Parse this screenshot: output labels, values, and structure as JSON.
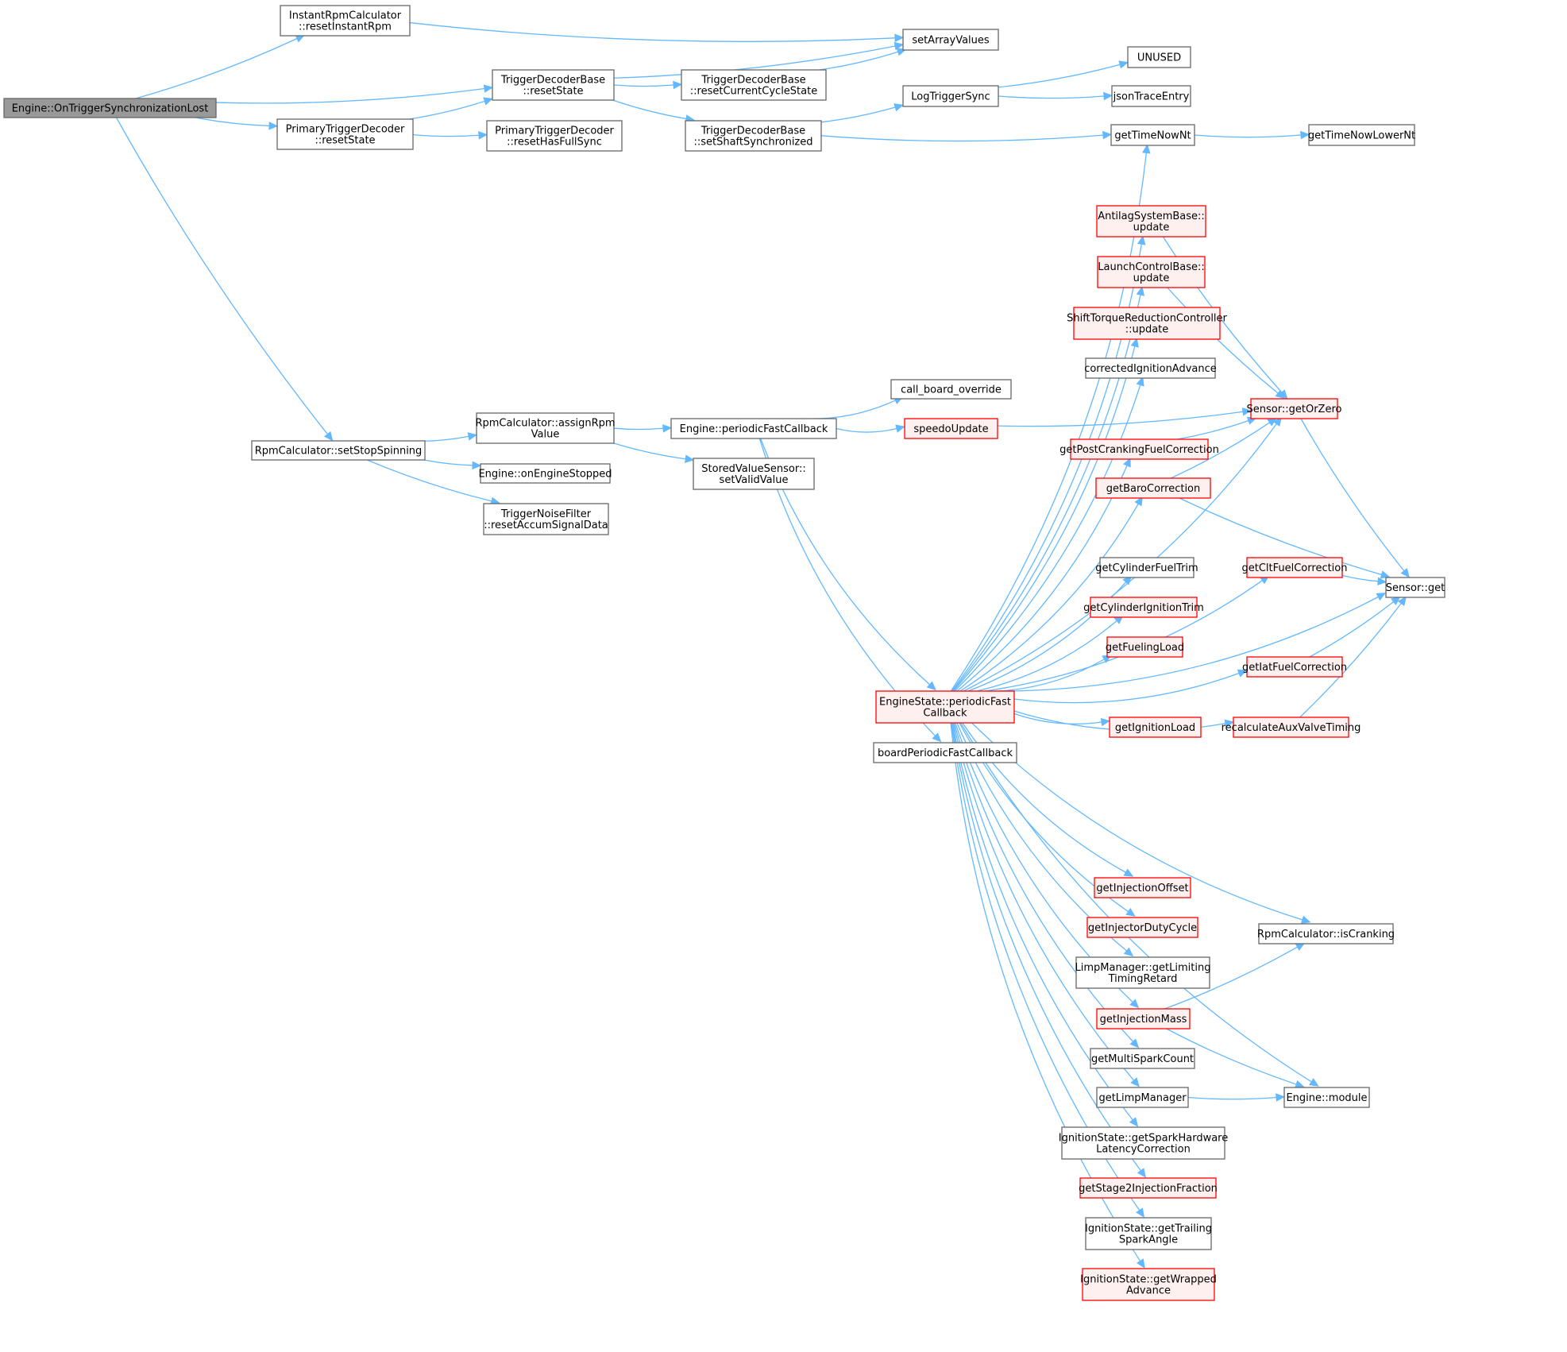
{
  "title": "Engine::OnTriggerSynchronizationLost call graph",
  "colors": {
    "edge": "#63b8ff",
    "node_border": "#666666",
    "root_fill": "#999999",
    "truncated_border": "#ff0000",
    "truncated_fill": "#fff0f0"
  },
  "nodes": [
    {
      "id": "root",
      "lines": [
        "Engine::OnTriggerSynchronizationLost"
      ],
      "kind": "root"
    },
    {
      "id": "instRpmReset",
      "lines": [
        "InstantRpmCalculator",
        "::resetInstantRpm"
      ],
      "kind": "normal"
    },
    {
      "id": "tdbResetState",
      "lines": [
        "TriggerDecoderBase",
        "::resetState"
      ],
      "kind": "normal"
    },
    {
      "id": "ptdResetState",
      "lines": [
        "PrimaryTriggerDecoder",
        "::resetState"
      ],
      "kind": "normal"
    },
    {
      "id": "ptdResetFullSync",
      "lines": [
        "PrimaryTriggerDecoder",
        "::resetHasFullSync"
      ],
      "kind": "normal"
    },
    {
      "id": "setArrayValues",
      "lines": [
        "setArrayValues"
      ],
      "kind": "normal"
    },
    {
      "id": "tdbResetCycle",
      "lines": [
        "TriggerDecoderBase",
        "::resetCurrentCycleState"
      ],
      "kind": "normal"
    },
    {
      "id": "tdbSetShaft",
      "lines": [
        "TriggerDecoderBase",
        "::setShaftSynchronized"
      ],
      "kind": "normal"
    },
    {
      "id": "logTriggerSync",
      "lines": [
        "LogTriggerSync"
      ],
      "kind": "normal"
    },
    {
      "id": "unused",
      "lines": [
        "UNUSED"
      ],
      "kind": "normal"
    },
    {
      "id": "jsonTrace",
      "lines": [
        "jsonTraceEntry"
      ],
      "kind": "normal"
    },
    {
      "id": "getTimeNowNt",
      "lines": [
        "getTimeNowNt"
      ],
      "kind": "normal"
    },
    {
      "id": "getTimeNowLowerNt",
      "lines": [
        "getTimeNowLowerNt"
      ],
      "kind": "normal"
    },
    {
      "id": "setStopSpinning",
      "lines": [
        "RpmCalculator::setStopSpinning"
      ],
      "kind": "normal"
    },
    {
      "id": "assignRpm",
      "lines": [
        "RpmCalculator::assignRpm",
        "Value"
      ],
      "kind": "normal"
    },
    {
      "id": "onEngineStopped",
      "lines": [
        "Engine::onEngineStopped"
      ],
      "kind": "normal"
    },
    {
      "id": "noiseFilter",
      "lines": [
        "TriggerNoiseFilter",
        "::resetAccumSignalData"
      ],
      "kind": "normal"
    },
    {
      "id": "enginePeriodic",
      "lines": [
        "Engine::periodicFastCallback"
      ],
      "kind": "normal"
    },
    {
      "id": "storedValue",
      "lines": [
        "StoredValueSensor::",
        "setValidValue"
      ],
      "kind": "normal"
    },
    {
      "id": "callBoard",
      "lines": [
        "call_board_override"
      ],
      "kind": "normal"
    },
    {
      "id": "speedo",
      "lines": [
        "speedoUpdate"
      ],
      "kind": "truncated"
    },
    {
      "id": "esPeriodic",
      "lines": [
        "EngineState::periodicFast",
        "Callback"
      ],
      "kind": "truncated"
    },
    {
      "id": "boardPeriodic",
      "lines": [
        "boardPeriodicFastCallback"
      ],
      "kind": "normal"
    },
    {
      "id": "antilag",
      "lines": [
        "AntilagSystemBase::",
        "update"
      ],
      "kind": "truncated"
    },
    {
      "id": "launch",
      "lines": [
        "LaunchControlBase::",
        "update"
      ],
      "kind": "truncated"
    },
    {
      "id": "shiftTorque",
      "lines": [
        "ShiftTorqueReductionController",
        "::update"
      ],
      "kind": "truncated"
    },
    {
      "id": "corrIgn",
      "lines": [
        "correctedIgnitionAdvance"
      ],
      "kind": "normal"
    },
    {
      "id": "postCrank",
      "lines": [
        "getPostCrankingFuelCorrection"
      ],
      "kind": "truncated"
    },
    {
      "id": "baro",
      "lines": [
        "getBaroCorrection"
      ],
      "kind": "truncated"
    },
    {
      "id": "cylFuelTrim",
      "lines": [
        "getCylinderFuelTrim"
      ],
      "kind": "normal"
    },
    {
      "id": "cylIgnTrim",
      "lines": [
        "getCylinderIgnitionTrim"
      ],
      "kind": "truncated"
    },
    {
      "id": "fuelingLoad",
      "lines": [
        "getFuelingLoad"
      ],
      "kind": "truncated"
    },
    {
      "id": "ignitionLoad",
      "lines": [
        "getIgnitionLoad"
      ],
      "kind": "truncated"
    },
    {
      "id": "getOrZero",
      "lines": [
        "Sensor::getOrZero"
      ],
      "kind": "truncated"
    },
    {
      "id": "cltFuel",
      "lines": [
        "getCltFuelCorrection"
      ],
      "kind": "truncated"
    },
    {
      "id": "iatFuel",
      "lines": [
        "getIatFuelCorrection"
      ],
      "kind": "truncated"
    },
    {
      "id": "auxValve",
      "lines": [
        "recalculateAuxValveTiming"
      ],
      "kind": "truncated"
    },
    {
      "id": "sensorGet",
      "lines": [
        "Sensor::get"
      ],
      "kind": "normal"
    },
    {
      "id": "injOffset",
      "lines": [
        "getInjectionOffset"
      ],
      "kind": "truncated"
    },
    {
      "id": "injDuty",
      "lines": [
        "getInjectorDutyCycle"
      ],
      "kind": "truncated"
    },
    {
      "id": "limpRetard",
      "lines": [
        "LimpManager::getLimiting",
        "TimingRetard"
      ],
      "kind": "normal"
    },
    {
      "id": "injMass",
      "lines": [
        "getInjectionMass"
      ],
      "kind": "truncated"
    },
    {
      "id": "multiSpark",
      "lines": [
        "getMultiSparkCount"
      ],
      "kind": "normal"
    },
    {
      "id": "limpMgr",
      "lines": [
        "getLimpManager"
      ],
      "kind": "normal"
    },
    {
      "id": "sparkLatency",
      "lines": [
        "IgnitionState::getSparkHardware",
        "LatencyCorrection"
      ],
      "kind": "normal"
    },
    {
      "id": "stage2",
      "lines": [
        "getStage2InjectionFraction"
      ],
      "kind": "truncated"
    },
    {
      "id": "trailing",
      "lines": [
        "IgnitionState::getTrailing",
        "SparkAngle"
      ],
      "kind": "normal"
    },
    {
      "id": "wrapped",
      "lines": [
        "IgnitionState::getWrapped",
        "Advance"
      ],
      "kind": "truncated"
    },
    {
      "id": "isCranking",
      "lines": [
        "RpmCalculator::isCranking"
      ],
      "kind": "normal"
    },
    {
      "id": "engineModule",
      "lines": [
        "Engine::module"
      ],
      "kind": "normal"
    }
  ],
  "edges": [
    [
      "root",
      "instRpmReset"
    ],
    [
      "root",
      "tdbResetState"
    ],
    [
      "root",
      "ptdResetState"
    ],
    [
      "root",
      "setStopSpinning"
    ],
    [
      "instRpmReset",
      "setArrayValues"
    ],
    [
      "tdbResetState",
      "setArrayValues"
    ],
    [
      "tdbResetState",
      "tdbResetCycle"
    ],
    [
      "tdbResetState",
      "tdbSetShaft"
    ],
    [
      "ptdResetState",
      "tdbResetState"
    ],
    [
      "ptdResetState",
      "ptdResetFullSync"
    ],
    [
      "tdbResetCycle",
      "setArrayValues"
    ],
    [
      "tdbSetShaft",
      "logTriggerSync"
    ],
    [
      "tdbSetShaft",
      "getTimeNowNt"
    ],
    [
      "logTriggerSync",
      "unused"
    ],
    [
      "logTriggerSync",
      "jsonTrace"
    ],
    [
      "getTimeNowNt",
      "getTimeNowLowerNt"
    ],
    [
      "setStopSpinning",
      "assignRpm"
    ],
    [
      "setStopSpinning",
      "onEngineStopped"
    ],
    [
      "setStopSpinning",
      "noiseFilter"
    ],
    [
      "assignRpm",
      "enginePeriodic"
    ],
    [
      "assignRpm",
      "storedValue"
    ],
    [
      "enginePeriodic",
      "callBoard"
    ],
    [
      "enginePeriodic",
      "speedo"
    ],
    [
      "enginePeriodic",
      "esPeriodic"
    ],
    [
      "enginePeriodic",
      "boardPeriodic"
    ],
    [
      "speedo",
      "getOrZero"
    ],
    [
      "esPeriodic",
      "getTimeNowNt"
    ],
    [
      "esPeriodic",
      "antilag"
    ],
    [
      "esPeriodic",
      "launch"
    ],
    [
      "esPeriodic",
      "shiftTorque"
    ],
    [
      "esPeriodic",
      "corrIgn"
    ],
    [
      "esPeriodic",
      "getOrZero"
    ],
    [
      "esPeriodic",
      "postCrank"
    ],
    [
      "esPeriodic",
      "baro"
    ],
    [
      "esPeriodic",
      "cltFuel"
    ],
    [
      "esPeriodic",
      "cylFuelTrim"
    ],
    [
      "esPeriodic",
      "cylIgnTrim"
    ],
    [
      "esPeriodic",
      "fuelingLoad"
    ],
    [
      "esPeriodic",
      "iatFuel"
    ],
    [
      "esPeriodic",
      "ignitionLoad"
    ],
    [
      "esPeriodic",
      "auxValve"
    ],
    [
      "esPeriodic",
      "sensorGet"
    ],
    [
      "esPeriodic",
      "isCranking"
    ],
    [
      "esPeriodic",
      "injOffset"
    ],
    [
      "esPeriodic",
      "injDuty"
    ],
    [
      "esPeriodic",
      "limpRetard"
    ],
    [
      "esPeriodic",
      "injMass"
    ],
    [
      "esPeriodic",
      "multiSpark"
    ],
    [
      "esPeriodic",
      "limpMgr"
    ],
    [
      "esPeriodic",
      "sparkLatency"
    ],
    [
      "esPeriodic",
      "stage2"
    ],
    [
      "esPeriodic",
      "trailing"
    ],
    [
      "esPeriodic",
      "wrapped"
    ],
    [
      "esPeriodic",
      "engineModule"
    ],
    [
      "antilag",
      "getOrZero"
    ],
    [
      "launch",
      "getOrZero"
    ],
    [
      "postCrank",
      "getOrZero"
    ],
    [
      "baro",
      "getOrZero"
    ],
    [
      "baro",
      "sensorGet"
    ],
    [
      "getOrZero",
      "sensorGet"
    ],
    [
      "cltFuel",
      "sensorGet"
    ],
    [
      "iatFuel",
      "sensorGet"
    ],
    [
      "auxValve",
      "sensorGet"
    ],
    [
      "injMass",
      "isCranking"
    ],
    [
      "injMass",
      "engineModule"
    ],
    [
      "limpMgr",
      "engineModule"
    ]
  ]
}
